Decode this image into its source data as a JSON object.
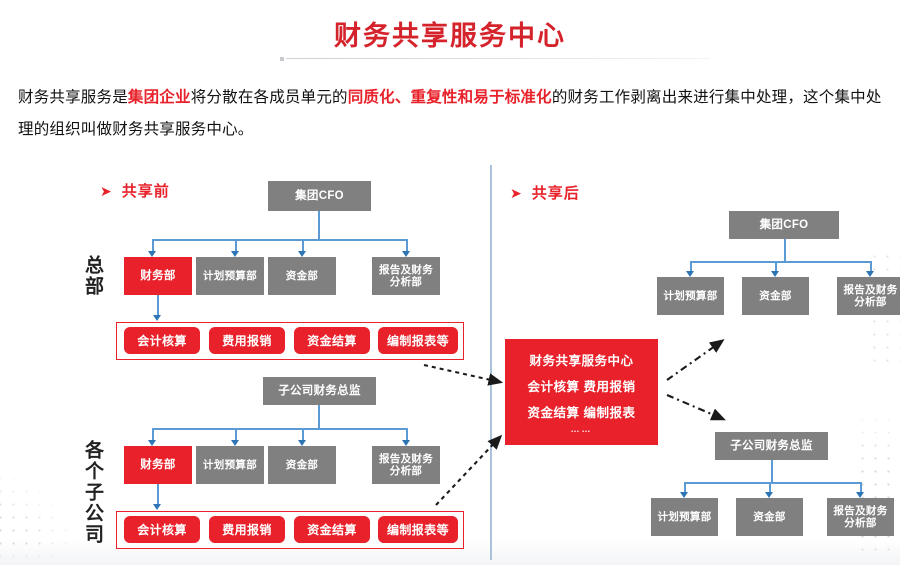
{
  "header": {
    "title": "财务共享服务中心"
  },
  "intro": {
    "seg1": "财务共享服务是",
    "hl1": "集团企业",
    "seg2": "将分散在各成员单元的",
    "hl2": "同质化、重复性和易于标准化",
    "seg3": "的财务工作剥离出来进行集中处理，这个集中处理的组织叫做财务共享服务中心。"
  },
  "left_panel": {
    "heading": "共享前",
    "marker": "➤",
    "side_label_hq": "总部",
    "side_label_sub": "各个子公司",
    "hq_root": "集团CFO",
    "hq_departments": [
      "财务部",
      "计划预算部",
      "资金部",
      "报告及财务分析部"
    ],
    "hq_functions": [
      "会计核算",
      "费用报销",
      "资金结算",
      "编制报表等"
    ],
    "sub_root": "子公司财务总监",
    "sub_departments": [
      "财务部",
      "计划预算部",
      "资金部",
      "报告及财务分析部"
    ],
    "sub_functions": [
      "会计核算",
      "费用报销",
      "资金结算",
      "编制报表等"
    ]
  },
  "center_hub": {
    "title": "财务共享服务中心",
    "line2": "会计核算   费用报销",
    "line3": "资金结算   编制报表",
    "line4": "……"
  },
  "right_panel": {
    "heading": "共享后",
    "marker": "➤",
    "hq_root": "集团CFO",
    "hq_departments": [
      "计划预算部",
      "资金部",
      "报告及财务分析部"
    ],
    "sub_root": "子公司财务总监",
    "sub_departments": [
      "计划预算部",
      "资金部",
      "报告及财务分析部"
    ]
  },
  "colors": {
    "accent_red": "#e8212a",
    "title_red": "#d5232c",
    "box_gray": "#808080",
    "connector_blue": "#5b9bd5",
    "divider_blue": "#a9c3dd"
  }
}
